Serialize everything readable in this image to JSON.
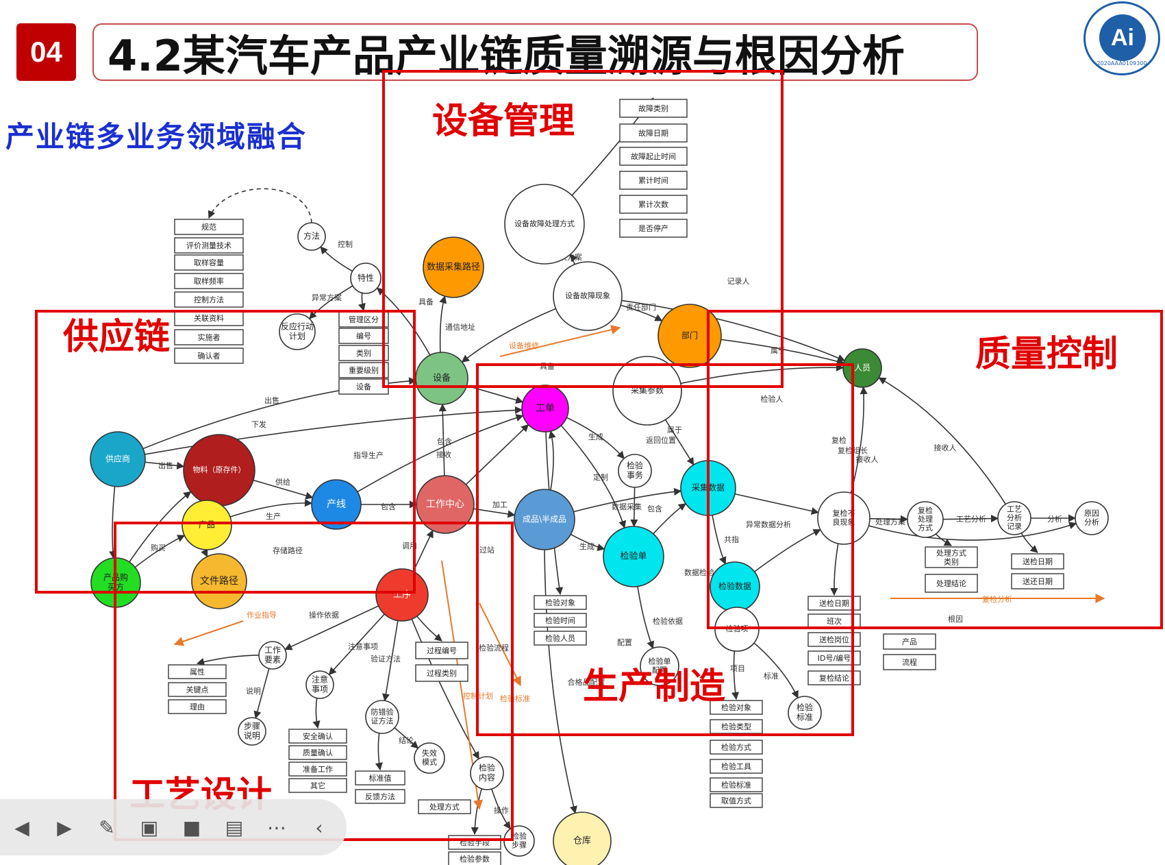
{
  "header": {
    "number": "04",
    "title": "4.2某汽车产品产业链质量溯源与根因分析"
  },
  "logo": {
    "mark": "Ai",
    "ring_text": "2020AAA0109300"
  },
  "subtitle": "产业链多业务领域融合",
  "regions": [
    "设备管理",
    "供应链",
    "质量控制",
    "生产制造",
    "工艺设计"
  ],
  "colors": {
    "region_border": "#e00000",
    "region_label": "#e00000",
    "subtitle": "#1a2fd0",
    "orange_arrow": "#e8782a",
    "badge": "#c00000"
  },
  "nodes": [
    {
      "label": "方法",
      "color": "#ffffff"
    },
    {
      "label": "特性",
      "color": "#ffffff"
    },
    {
      "label": "反应行动计划",
      "color": "#ffffff"
    },
    {
      "label": "数据采集路径",
      "color": "#ff9900"
    },
    {
      "label": "设备",
      "color": "#7dc383"
    },
    {
      "label": "设备故障处理方式",
      "color": "#ffffff"
    },
    {
      "label": "设备故障现象",
      "color": "#ffffff"
    },
    {
      "label": "部门",
      "color": "#ff9900"
    },
    {
      "label": "人员",
      "color": "#3b8a35"
    },
    {
      "label": "工单",
      "color": "#ff00ff"
    },
    {
      "label": "采集参数",
      "color": "#ffffff"
    },
    {
      "label": "供应商",
      "color": "#1aa6c9"
    },
    {
      "label": "物料（原存件）",
      "color": "#b01e1e"
    },
    {
      "label": "产线",
      "color": "#1e88e5"
    },
    {
      "label": "工作中心",
      "color": "#e06666"
    },
    {
      "label": "成品\\半成品",
      "color": "#5b9bd5"
    },
    {
      "label": "检验事务",
      "color": "#ffffff"
    },
    {
      "label": "采集数据",
      "color": "#00e5ee"
    },
    {
      "label": "检验单",
      "color": "#00e5ee"
    },
    {
      "label": "检验数据",
      "color": "#00e5ee"
    },
    {
      "label": "复检不良现象",
      "color": "#ffffff"
    },
    {
      "label": "复检处理方式",
      "color": "#ffffff"
    },
    {
      "label": "工艺分析记录",
      "color": "#ffffff"
    },
    {
      "label": "原因分析",
      "color": "#ffffff"
    },
    {
      "label": "产品",
      "color": "#ffee33"
    },
    {
      "label": "产品购买方",
      "color": "#22dd22"
    },
    {
      "label": "文件路径",
      "color": "#f5b82e"
    },
    {
      "label": "工序",
      "color": "#ee3b2e"
    },
    {
      "label": "工作要素",
      "color": "#ffffff"
    },
    {
      "label": "注意事项",
      "color": "#ffffff"
    },
    {
      "label": "防错验证方法",
      "color": "#ffffff"
    },
    {
      "label": "失效模式",
      "color": "#ffffff"
    },
    {
      "label": "步骤说明",
      "color": "#ffffff"
    },
    {
      "label": "检验内容",
      "color": "#ffffff"
    },
    {
      "label": "检验步骤",
      "color": "#ffffff"
    },
    {
      "label": "检验单配置",
      "color": "#ffffff"
    },
    {
      "label": "检验项",
      "color": "#ffffff"
    },
    {
      "label": "检验标准",
      "color": "#ffffff"
    },
    {
      "label": "仓库",
      "color": "#fff2b0"
    }
  ],
  "boxes": [
    {
      "label": "规范"
    },
    {
      "label": "评价测量技术"
    },
    {
      "label": "取样容量"
    },
    {
      "label": "取样频率"
    },
    {
      "label": "控制方法"
    },
    {
      "label": "关联资料"
    },
    {
      "label": "实施者"
    },
    {
      "label": "确认者"
    },
    {
      "label": "管理区分"
    },
    {
      "label": "编号"
    },
    {
      "label": "类别"
    },
    {
      "label": "重要级别"
    },
    {
      "label": "设备"
    },
    {
      "label": "故障类别"
    },
    {
      "label": "故障日期"
    },
    {
      "label": "故障起止时间"
    },
    {
      "label": "累计时间"
    },
    {
      "label": "累计次数"
    },
    {
      "label": "是否停产"
    },
    {
      "label": "检验对象"
    },
    {
      "label": "检验时间"
    },
    {
      "label": "检验人员"
    },
    {
      "label": "属性"
    },
    {
      "label": "关键点"
    },
    {
      "label": "理由"
    },
    {
      "label": "过程编号"
    },
    {
      "label": "过程类别"
    },
    {
      "label": "安全确认"
    },
    {
      "label": "质量确认"
    },
    {
      "label": "准备工作"
    },
    {
      "label": "其它"
    },
    {
      "label": "标准值"
    },
    {
      "label": "反馈方法"
    },
    {
      "label": "处理方式"
    },
    {
      "label": "检验手段"
    },
    {
      "label": "检验参数"
    },
    {
      "label": "检验对象"
    },
    {
      "label": "检验类型"
    },
    {
      "label": "检验方式"
    },
    {
      "label": "检验工具"
    },
    {
      "label": "检验标准"
    },
    {
      "label": "取值方式"
    },
    {
      "label": "送检日期"
    },
    {
      "label": "班次"
    },
    {
      "label": "送检岗位"
    },
    {
      "label": "ID号/编号"
    },
    {
      "label": "复检结论"
    },
    {
      "label": "产品"
    },
    {
      "label": "流程"
    },
    {
      "label": "处理方式类别"
    },
    {
      "label": "处理结论"
    },
    {
      "label": "送检日期"
    },
    {
      "label": "送还日期"
    }
  ],
  "edge_labels": [
    "控制",
    "异常方案",
    "具备",
    "通信地址",
    "解决方案",
    "记录人",
    "责任部门",
    "属于",
    "设备维修",
    "具备",
    "出售",
    "下发",
    "出售",
    "指导生产",
    "包含",
    "接收",
    "生成",
    "返回位置",
    "属于",
    "检验人",
    "供给",
    "生产",
    "包含",
    "加工",
    "定制",
    "数据采集",
    "包含",
    "接收人",
    "复检",
    "复检组长",
    "接收人",
    "异常数据分析",
    "处理方案",
    "工艺分析",
    "分析",
    "共指",
    "数据检验",
    "生成",
    "购买",
    "存储路径",
    "调用",
    "过站",
    "作业指导",
    "操作依据",
    "注意事项",
    "验证方法",
    "检验流程",
    "说明",
    "结论",
    "检验依据",
    "配置",
    "项目",
    "标准",
    "合格品配置",
    "复检分析",
    "根因",
    "操作",
    "控制计划",
    "检验标准"
  ],
  "toolbar": [
    "prev-icon",
    "play-icon",
    "pen-icon",
    "zoom-icon",
    "camera-icon",
    "subtitle-icon",
    "more-icon",
    "collapse-icon"
  ]
}
